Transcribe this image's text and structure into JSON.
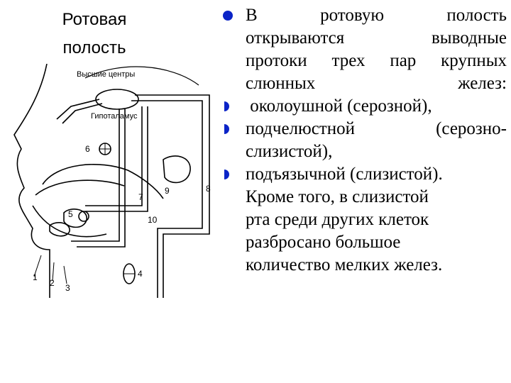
{
  "slide": {
    "title_line1": "Ротовая",
    "title_line2": "полость"
  },
  "diagram": {
    "label_centers": "Высшие центры",
    "label_hypothalamus": "Гипоталамус",
    "numbers": [
      "1",
      "2",
      "3",
      "4",
      "5",
      "6",
      "7",
      "8",
      "9",
      "10"
    ]
  },
  "content": {
    "p1_line1": "В        ротовую        полость",
    "p1_line2": "открываются   выводные",
    "p1_line3": "протоки трех пар крупных",
    "p1_line4": "слюнных желез:",
    "p2": " околоушной (серозной),",
    "p3_line1": "подчелюстной       (серозно-",
    "p3_line2": "слизистой),",
    "p4_line1": "подъязычной (слизистой).",
    "p4_line2": "Кроме того, в слизистой",
    "p4_line3": "рта среди других клеток",
    "p4_line4": "разбросано большое",
    "p4_line5": "количество мелких желез."
  },
  "colors": {
    "bullet": "#0b24c7"
  }
}
